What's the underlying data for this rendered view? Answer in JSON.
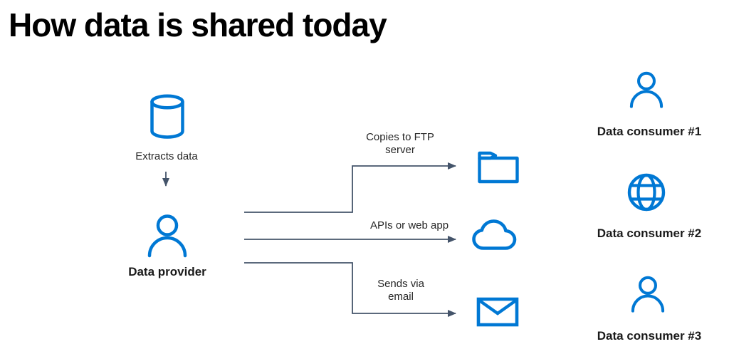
{
  "title": "How data is shared today",
  "provider_flow": {
    "extracts_label": "Extracts data",
    "provider_label": "Data provider"
  },
  "channels": [
    {
      "label": "Copies to FTP server",
      "icon": "folder-icon"
    },
    {
      "label": "APIs or web app",
      "icon": "cloud-icon"
    },
    {
      "label": "Sends via email",
      "icon": "envelope-icon"
    }
  ],
  "consumers": [
    {
      "label": "Data consumer #1",
      "icon": "person-icon"
    },
    {
      "label": "Data consumer #2",
      "icon": "globe-icon"
    },
    {
      "label": "Data consumer #3",
      "icon": "person-icon"
    }
  ],
  "colors": {
    "icon_blue": "#0078D4",
    "connector_dark": "#44546A",
    "label_text": "#262626",
    "title_text": "#000000"
  }
}
